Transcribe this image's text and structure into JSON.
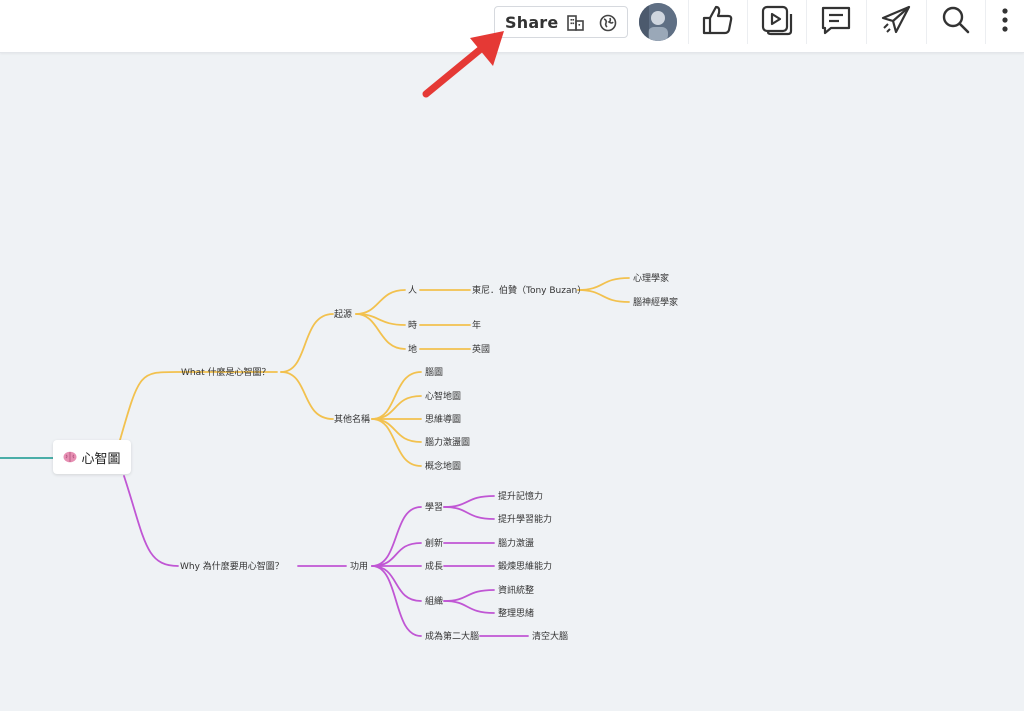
{
  "toolbar": {
    "share_label": "Share",
    "share_icons": [
      "building-icon",
      "globe-icon"
    ],
    "tools": [
      "thumbs-up-icon",
      "play-slides-icon",
      "comment-icon",
      "send-icon",
      "search-icon",
      "more-icon"
    ]
  },
  "colors": {
    "canvas_bg": "#eff2f5",
    "branch_what": "#f2c14e",
    "branch_why": "#c056d4",
    "branch_left": "#33a59d",
    "arrow": "#e53935"
  },
  "mindmap": {
    "root": {
      "icon": "brain-icon",
      "label": "心智圖"
    },
    "what": {
      "label": "What 什麼是心智圖？",
      "origin": {
        "label": "起源",
        "person": {
          "label": "人",
          "child": "東尼．伯贊（Tony Buzan）",
          "grandchildren": [
            "心理學家",
            "腦神經學家"
          ]
        },
        "time": {
          "label": "時",
          "child": "年"
        },
        "place": {
          "label": "地",
          "child": "英國"
        }
      },
      "other_names": {
        "label": "其他名稱",
        "items": [
          "腦圖",
          "心智地圖",
          "思維導圖",
          "腦力激盪圖",
          "概念地圖"
        ]
      }
    },
    "why": {
      "label": "Why 為什麼要用心智圖？",
      "function": {
        "label": "功用",
        "learning": {
          "label": "學習",
          "children": [
            "提升記憶力",
            "提升學習能力"
          ]
        },
        "innovation": {
          "label": "創新",
          "child": "腦力激盪"
        },
        "growth": {
          "label": "成長",
          "child": "鍛煉思維能力"
        },
        "organize": {
          "label": "組織",
          "children": [
            "資訊統整",
            "整理思緒"
          ]
        },
        "second_brain": {
          "label": "成為第二大腦",
          "child": "清空大腦"
        }
      }
    }
  }
}
